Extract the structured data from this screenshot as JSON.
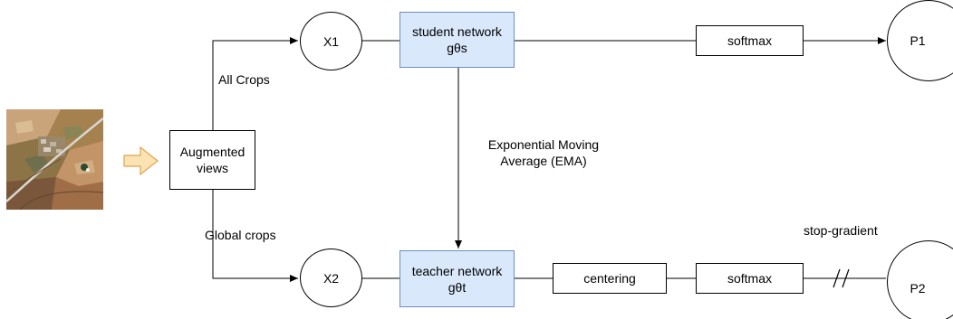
{
  "image": {
    "icon": "satellite-image-thumbnail",
    "colors": [
      "#a8784e",
      "#c59a6c",
      "#7c5a3b",
      "#8d8a5a",
      "#d2b48c"
    ]
  },
  "accents": {
    "network_fill": "#dae8fc",
    "network_border": "#6c8ebf",
    "arrow_fill": "#fbe3b4",
    "arrow_border": "#e0a54b"
  },
  "nodes": {
    "augmented": {
      "line1": "Augmented",
      "line2": "views"
    },
    "x1": "X1",
    "x2": "X2",
    "student": {
      "line1": "student network",
      "line2": "gθs"
    },
    "teacher": {
      "line1": "teacher network",
      "line2": "gθt"
    },
    "softmax_top": "softmax",
    "softmax_bottom": "softmax",
    "centering": "centering",
    "p1": "P1",
    "p2": "P2"
  },
  "edge_labels": {
    "all_crops": "All Crops",
    "global_crops": "Global crops",
    "ema_line1": "Exponential Moving",
    "ema_line2": "Average (EMA)",
    "stop_gradient": "stop-gradient"
  }
}
